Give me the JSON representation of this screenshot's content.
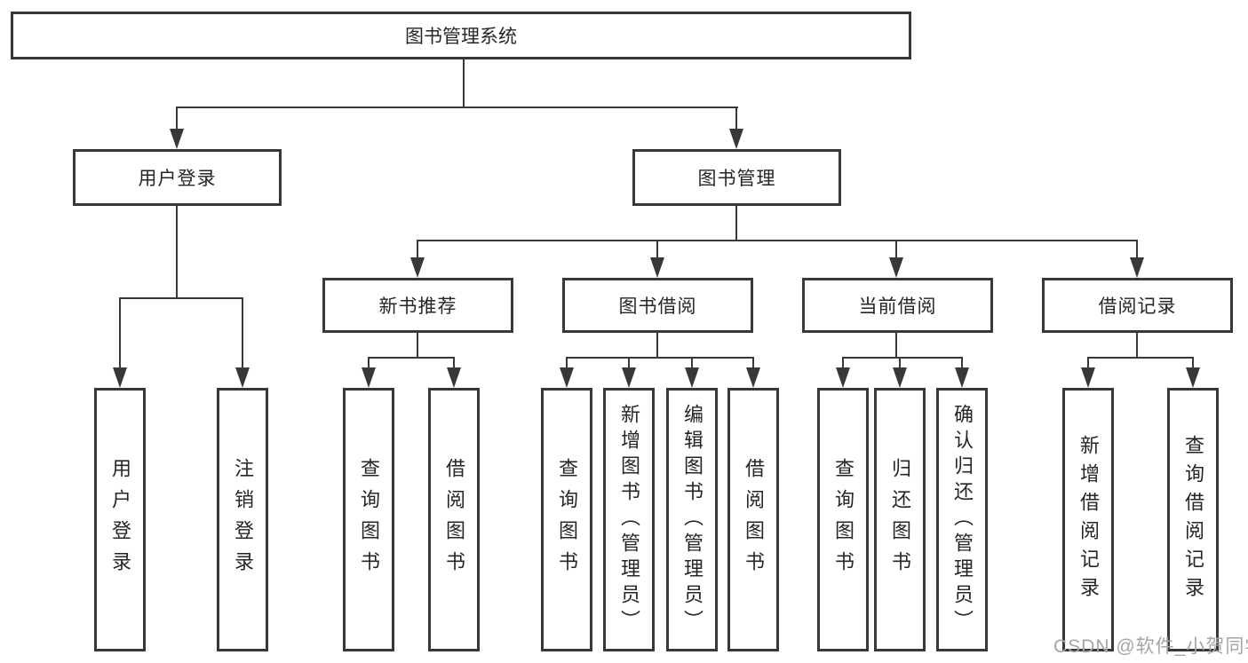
{
  "diagram_title": "图书管理系统",
  "nodes": {
    "root": "图书管理系统",
    "user_login": "用户登录",
    "book_mgmt": "图书管理",
    "new_books": "新书推荐",
    "book_borrow": "图书借阅",
    "current_borrow": "当前借阅",
    "borrow_records": "借阅记录"
  },
  "leaves": {
    "user_login_1": "用户登录",
    "user_login_2": "注销登录",
    "new_books_1": "查询图书",
    "new_books_2": "借阅图书",
    "book_borrow_1": "查询图书",
    "book_borrow_2": "新增图书（管理员）",
    "book_borrow_3": "编辑图书（管理员）",
    "book_borrow_4": "借阅图书",
    "current_borrow_1": "查询图书",
    "current_borrow_2": "归还图书",
    "current_borrow_3": "确认归还（管理员）",
    "borrow_records_1": "新增借阅记录",
    "borrow_records_2": "查询借阅记录"
  },
  "watermark": "CSDN @软件_小贺同学",
  "colors": {
    "line": "#383838",
    "box_border": "#383838",
    "text": "#262626",
    "watermark": "#a5a5a5",
    "background": "#ffffff"
  }
}
